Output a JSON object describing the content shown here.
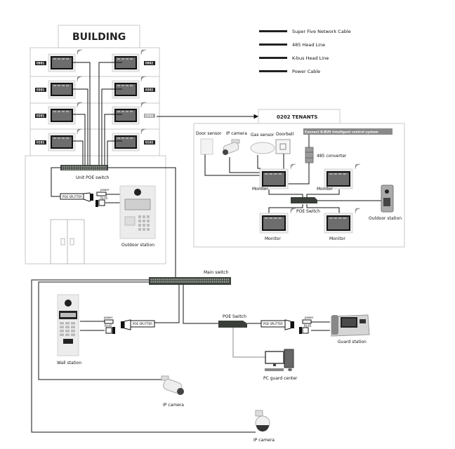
{
  "building": {
    "title": "BUILDING",
    "apartments": [
      {
        "tag": "0901",
        "side": "left",
        "row": 0
      },
      {
        "tag": "0902",
        "side": "right",
        "row": 0
      },
      {
        "tag": "0301",
        "side": "left",
        "row": 1
      },
      {
        "tag": "0302",
        "side": "right",
        "row": 1
      },
      {
        "tag": "0201",
        "side": "left",
        "row": 2
      },
      {
        "tag": "0202",
        "side": "right",
        "row": 2,
        "highlighted": true
      },
      {
        "tag": "0101",
        "side": "left",
        "row": 3
      },
      {
        "tag": "0102",
        "side": "right",
        "row": 3
      }
    ],
    "unit_switch_label": "Unit POE switch",
    "poe_splitter_label": "POE SPLITTER",
    "power_label": "power",
    "rj45_label": "RJ-45",
    "outdoor_station_label": "Outdoor station"
  },
  "legend": {
    "items": [
      {
        "label": "Super Five Network Cable",
        "color": "#222222"
      },
      {
        "label": "485 Head Line",
        "color": "#222222"
      },
      {
        "label": "K-bus Head Line",
        "color": "#222222"
      },
      {
        "label": "Power Cable",
        "color": "#222222"
      }
    ]
  },
  "tenants": {
    "title": "0202  TENANTS",
    "devices": {
      "door_sensor": "Door sensor",
      "ip_camera": "IP camera",
      "gas_sensor": "Gas sensor",
      "doorbell": "Doorbell",
      "kbus_banner": "Connect K-BUS Intelligent control system",
      "converter": "485 converter",
      "monitor": "Monitor",
      "poe_switch": "POE Switch",
      "outdoor_station": "Outdoor station"
    }
  },
  "network": {
    "main_switch": "Main switch",
    "poe_switch": "POE Switch",
    "poe_splitter": "POE SPLITTER",
    "power": "power",
    "rj45": "RJ-45",
    "wall_station": "Wall station",
    "guard_station": "Guard station",
    "pc_guard_center": "PC guard center",
    "ip_camera_1": "IP camera",
    "ip_camera_2": "IP camera"
  },
  "colors": {
    "line": "#111111",
    "frame": "#c8c8c8",
    "tag_bg": "#222222",
    "tag_highlight": "#a9a9a9",
    "kbus_bg": "#8a8a8a",
    "switch_body": "#3a3f3a"
  }
}
